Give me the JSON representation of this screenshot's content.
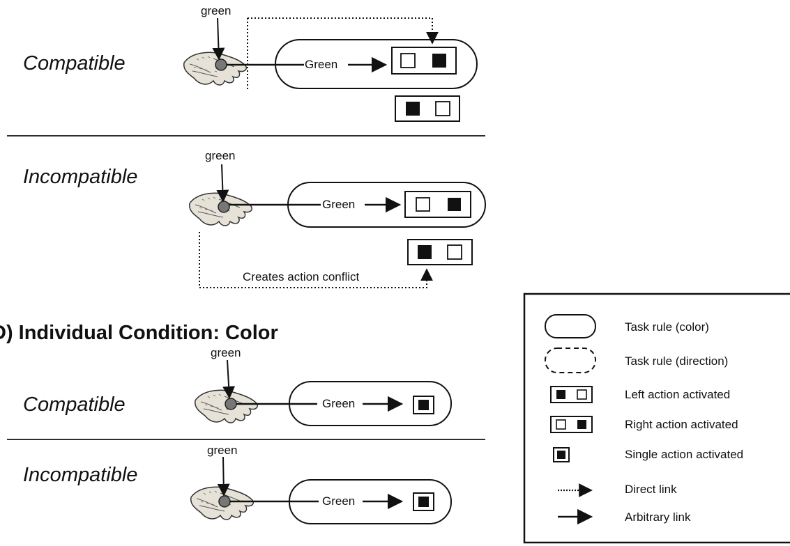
{
  "section_c": {
    "compatible": {
      "condition_label": "Compatible",
      "hand_label": "green",
      "rule_word": "Green"
    },
    "incompatible": {
      "condition_label": "Incompatible",
      "hand_label": "green",
      "rule_word": "Green",
      "conflict_label": "Creates action conflict"
    }
  },
  "section_d": {
    "heading": "D) Individual Condition: Color",
    "compatible": {
      "condition_label": "Compatible",
      "hand_label": "green",
      "rule_word": "Green"
    },
    "incompatible": {
      "condition_label": "Incompatible",
      "hand_label": "green",
      "rule_word": "Green"
    }
  },
  "legend": {
    "items": [
      {
        "symbol": "solid-rounded-rect",
        "label": "Task rule (color)"
      },
      {
        "symbol": "dashed-rounded-rect",
        "label": "Task rule (direction)"
      },
      {
        "symbol": "left-action-box",
        "label": "Left action activated"
      },
      {
        "symbol": "right-action-box",
        "label": "Right action activated"
      },
      {
        "symbol": "single-action-box",
        "label": "Single action activated"
      },
      {
        "symbol": "dotted-arrow",
        "label": "Direct link"
      },
      {
        "symbol": "solid-arrow",
        "label": "Arbitrary link"
      }
    ]
  }
}
